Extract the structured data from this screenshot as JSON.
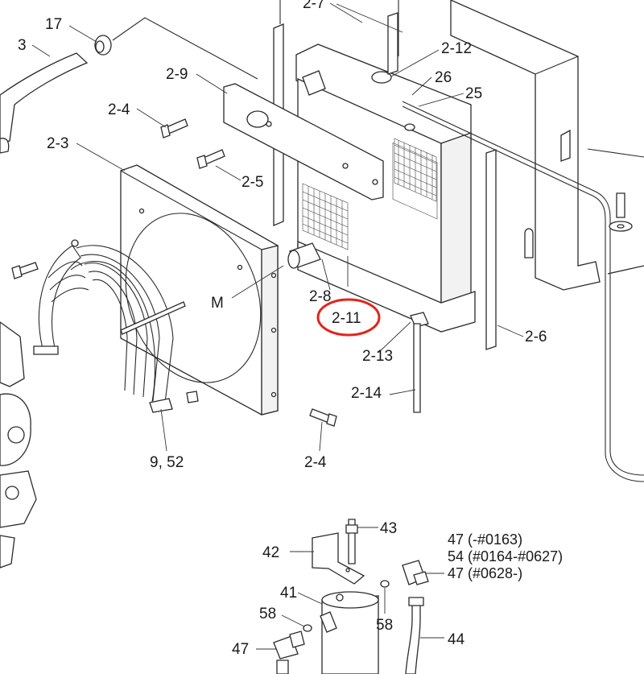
{
  "colors": {
    "line": "#2a2a2a",
    "highlight": "#e3241b",
    "background": "#ffffff"
  },
  "labels": {
    "l17": "17",
    "l3": "3",
    "l2_7": "2-7",
    "l2_12": "2-12",
    "l26": "26",
    "l25": "25",
    "l2_9": "2-9",
    "l2_4_top": "2-4",
    "l2_3": "2-3",
    "l2_5": "2-5",
    "l_m": "M",
    "l2_8": "2-8",
    "l2_11": "2-11",
    "l2_13": "2-13",
    "l2_6": "2-6",
    "l2_14": "2-14",
    "l9_52": "9, 52",
    "l2_4_bot": "2-4",
    "l43": "43",
    "l42": "42",
    "l47_a": "47 (-#0163)",
    "l54": "54 (#0164-#0627)",
    "l47_b": "47 (#0628-)",
    "l41": "41",
    "l58_a": "58",
    "l58_b": "58",
    "l47_c": "47",
    "l44": "44"
  }
}
